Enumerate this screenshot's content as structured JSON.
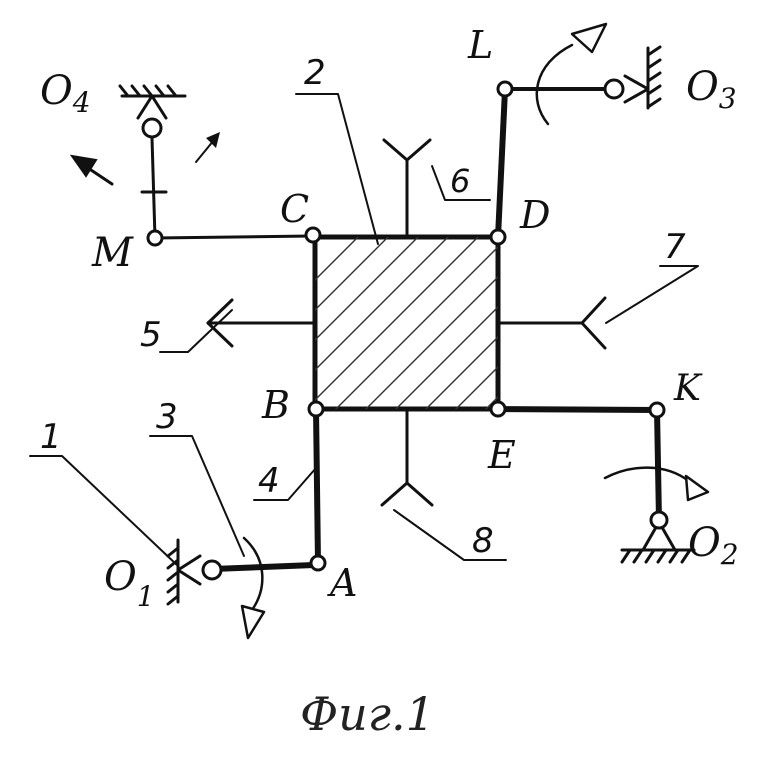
{
  "labels": {
    "o1": "O",
    "o1_sub": "1",
    "o2": "O",
    "o2_sub": "2",
    "o3": "O",
    "o3_sub": "3",
    "o4": "O",
    "o4_sub": "4",
    "A": "A",
    "B": "B",
    "C": "C",
    "D": "D",
    "E": "E",
    "K": "K",
    "L": "L",
    "M": "M"
  },
  "numbers": {
    "n1": "1",
    "n2": "2",
    "n3": "3",
    "n4": "4",
    "n5": "5",
    "n6": "6",
    "n7": "7",
    "n8": "8"
  },
  "caption": "Фиг.1"
}
